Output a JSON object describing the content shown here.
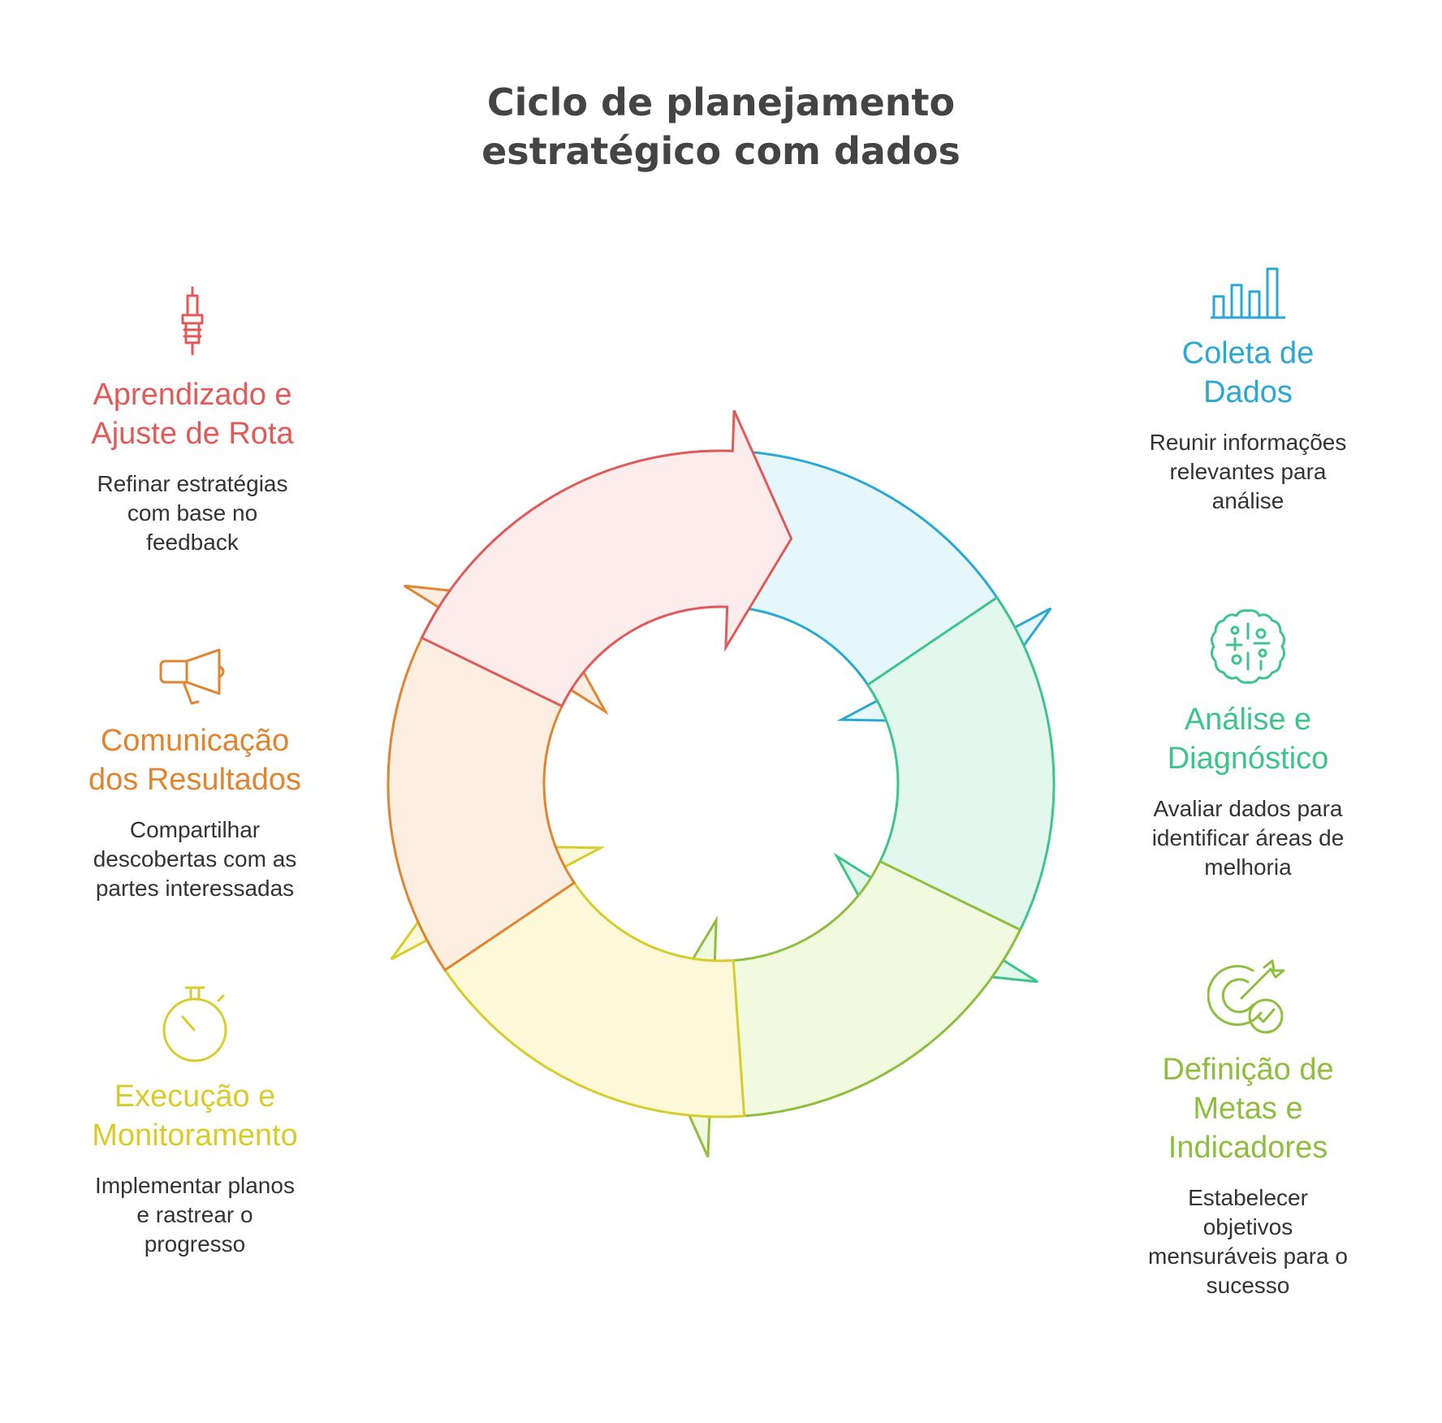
{
  "title": {
    "line1": "Ciclo de planejamento",
    "line2": "estratégico com dados"
  },
  "colors": {
    "red": "#e05a5a",
    "red_fill": "#fdecec",
    "blue": "#2aa8d4",
    "blue_fill": "#e6f7fc",
    "teal": "#3dc48c",
    "teal_fill": "#e2f8ee",
    "lime": "#8fbe3e",
    "lime_fill": "#f1fadf",
    "yellow": "#d8cc2a",
    "yellow_fill": "#fcf8d8",
    "orange": "#e0852f",
    "orange_fill": "#fdeee2"
  },
  "steps": [
    {
      "id": "coleta",
      "icon": "bar-chart-icon",
      "heading": [
        "Coleta de",
        "Dados"
      ],
      "desc": [
        "Reunir informações",
        "relevantes para",
        "análise"
      ]
    },
    {
      "id": "analise",
      "icon": "brain-icon",
      "heading": [
        "Análise e",
        "Diagnóstico"
      ],
      "desc": [
        "Avaliar dados para",
        "identificar áreas de",
        "melhoria"
      ]
    },
    {
      "id": "definicao",
      "icon": "target-check-icon",
      "heading": [
        "Definição de",
        "Metas e",
        "Indicadores"
      ],
      "desc": [
        "Estabelecer",
        "objetivos",
        "mensuráveis para o",
        "sucesso"
      ]
    },
    {
      "id": "execucao",
      "icon": "stopwatch-icon",
      "heading": [
        "Execução e",
        "Monitoramento"
      ],
      "desc": [
        "Implementar planos",
        "e rastrear o",
        "progresso"
      ]
    },
    {
      "id": "comunicacao",
      "icon": "megaphone-icon",
      "heading": [
        "Comunicação",
        "dos Resultados"
      ],
      "desc": [
        "Compartilhar",
        "descobertas com as",
        "partes interessadas"
      ]
    },
    {
      "id": "aprendizado",
      "icon": "spark-plug-icon",
      "heading": [
        "Aprendizado e",
        "Ajuste de Rota"
      ],
      "desc": [
        "Refinar estratégias",
        "com base no",
        "feedback"
      ]
    }
  ]
}
